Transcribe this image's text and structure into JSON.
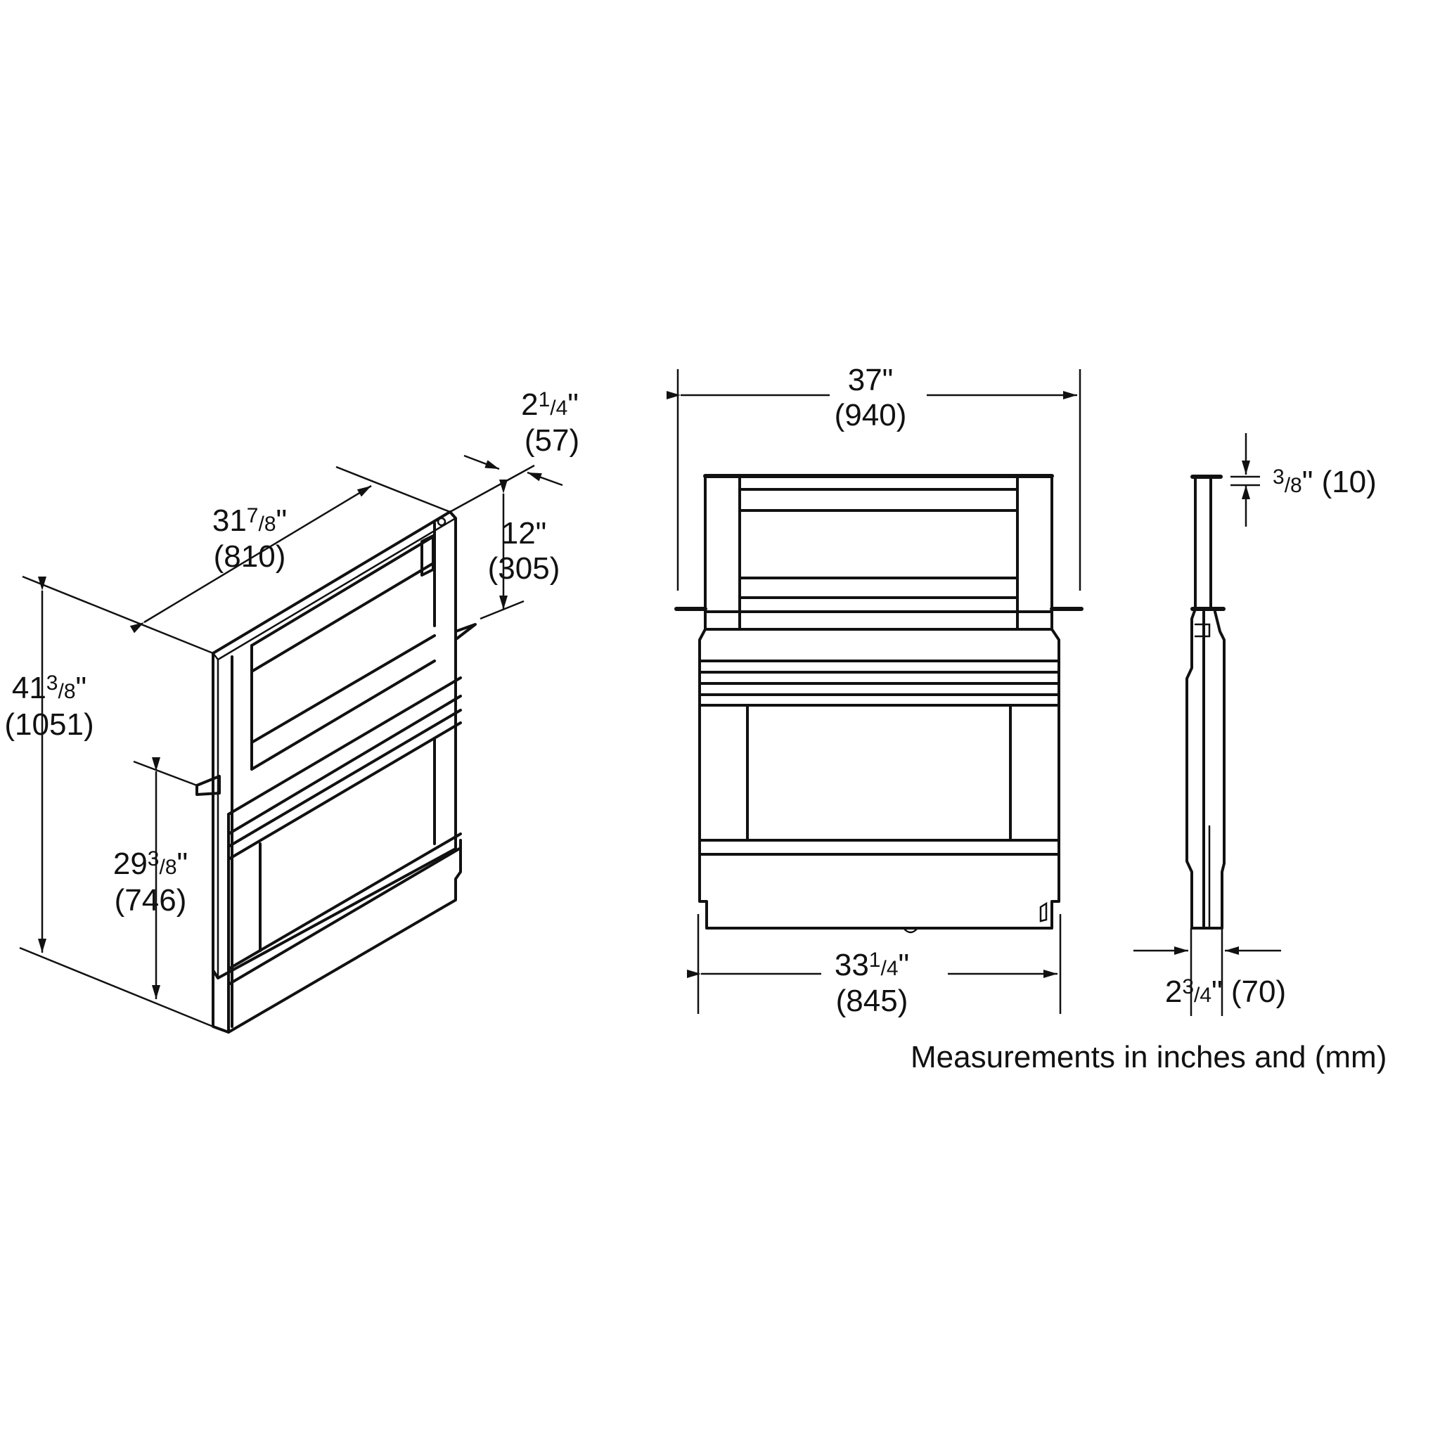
{
  "dimensions": {
    "height_total": {
      "whole": "41",
      "num": "3",
      "den": "8",
      "mm": "(1051)"
    },
    "height_lower": {
      "whole": "29",
      "num": "3",
      "den": "8",
      "mm": "(746)"
    },
    "depth": {
      "whole": "31",
      "num": "7",
      "den": "8",
      "mm": "(810)"
    },
    "thickness_top": {
      "whole": "2",
      "num": "1",
      "den": "4",
      "mm": "(57)"
    },
    "rise": {
      "inches": "12\"",
      "mm": "(305)"
    },
    "width_top": {
      "inches": "37\"",
      "mm": "(940)"
    },
    "width_bottom": {
      "whole": "33",
      "num": "1",
      "den": "4",
      "mm": "(845)"
    },
    "lip": {
      "num": "3",
      "den": "8",
      "mm": "(10)"
    },
    "side_depth": {
      "whole": "2",
      "num": "3",
      "den": "4",
      "mm": "(70)"
    }
  },
  "footnote": "Measurements in inches and (mm)"
}
